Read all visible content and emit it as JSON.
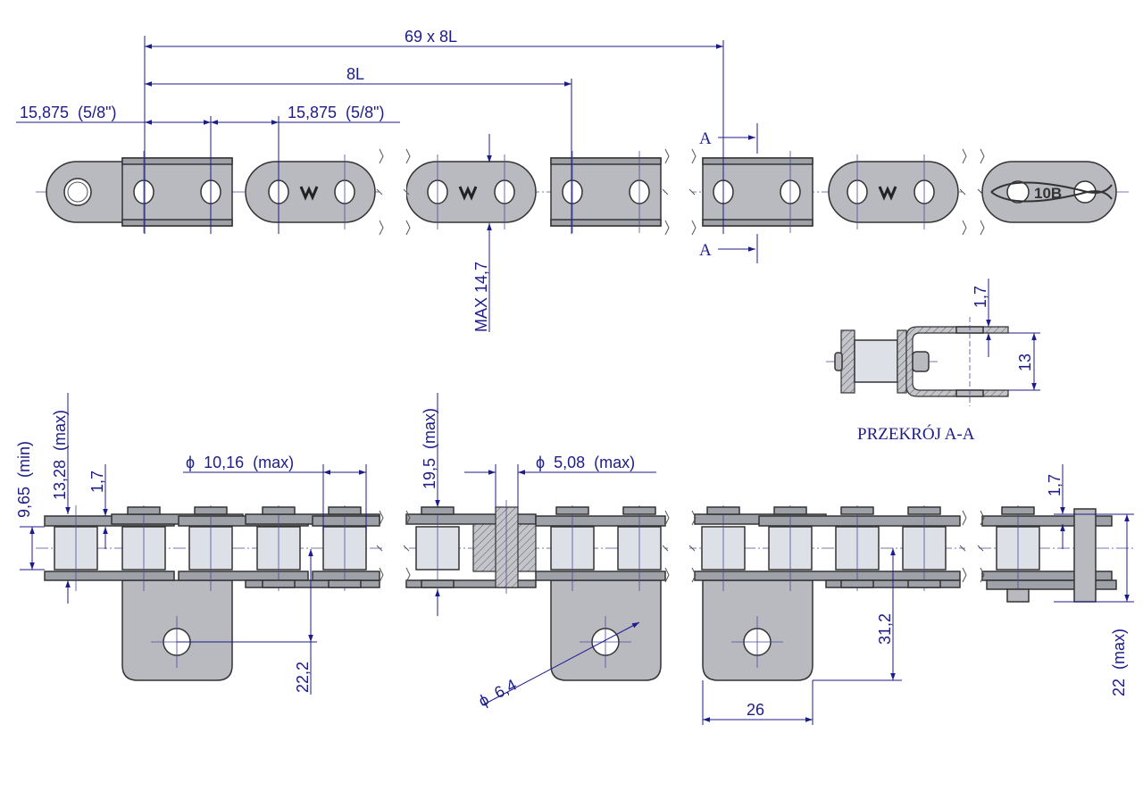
{
  "top_view": {
    "overall_pitch": "69 x 8L",
    "attachment_pitch": "8L",
    "pitch_left": "15,875  (5/8\")",
    "pitch_right": "15,875  (5/8\")",
    "plate_height": "MAX 14,7",
    "section_mark_top": "A",
    "section_mark_bottom": "A",
    "chain_marking": "10B"
  },
  "section_view": {
    "title": "PRZEKRÓJ A-A",
    "plate_thickness": "1,7",
    "inner_width": "13"
  },
  "bottom_view": {
    "inner_width_min": "9,65  (min)",
    "roller_width_max": "13,28  (max)",
    "plate_thickness_left": "1,7",
    "roller_diameter": "ϕ  10,16  (max)",
    "attachment_hole_offset": "22,2",
    "plate_height_max": "19,5  (max)",
    "pin_diameter": "ϕ  5,08  (max)",
    "attachment_hole_diameter": "ϕ  6,4",
    "attachment_depth": "31,2",
    "attachment_width": "26",
    "plate_thickness_right": "1,7",
    "pin_length_max": "22  (max)"
  },
  "colors": {
    "dimension": "#1c1c8a",
    "part": "#b9bac0",
    "roller": "#dde0e6"
  }
}
